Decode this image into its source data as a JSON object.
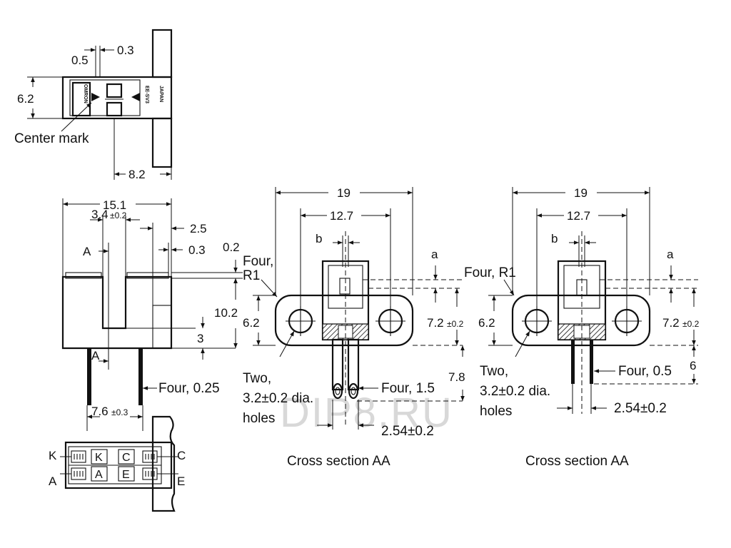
{
  "watermark": "DIP8.RU",
  "colors": {
    "line": "#111111",
    "background": "#ffffff",
    "watermark": "#d8d8d8"
  },
  "top_view": {
    "dim_05": "0.5",
    "dim_03": "0.3",
    "dim_62": "6.2",
    "dim_82": "8.2",
    "center_mark": "Center mark",
    "brand_text": "OMRON",
    "model_text": "EE-SV3",
    "origin_text": "JAPAN"
  },
  "front_view": {
    "dim_151": "15.1",
    "dim_34": "3.4",
    "dim_34_tol": "±0.2",
    "dim_25": "2.5",
    "dim_03": "0.3",
    "dim_02": "0.2",
    "dim_102": "10.2",
    "dim_3": "3",
    "section_a_top": "A",
    "section_a_bottom": "A",
    "four_025": "Four, 0.25",
    "dim_76": "7.6",
    "dim_76_tol": "±0.3"
  },
  "bottom_view": {
    "pin_k": "K",
    "pin_a": "A",
    "pin_c": "C",
    "pin_e": "E",
    "inner_k": "K",
    "inner_a": "A",
    "inner_c": "C",
    "inner_e": "E"
  },
  "section_1": {
    "dim_19": "19",
    "dim_127": "12.7",
    "dim_b": "b",
    "dim_a": "a",
    "four_r1_line1": "Four,",
    "four_r1_line2": "R1",
    "dim_62": "6.2",
    "dim_72": "7.2",
    "dim_72_tol": "±0.2",
    "dim_78": "7.8",
    "two_line1": "Two,",
    "two_line2": "3.2±0.2 dia.",
    "two_line3": "holes",
    "four_15": "Four, 1.5",
    "dim_254": "2.54±0.2",
    "caption": "Cross section AA"
  },
  "section_2": {
    "dim_19": "19",
    "dim_127": "12.7",
    "dim_b": "b",
    "dim_a": "a",
    "four_r1": "Four, R1",
    "dim_62": "6.2",
    "dim_72": "7.2",
    "dim_72_tol": "±0.2",
    "dim_6": "6",
    "two_line1": "Two,",
    "two_line2": "3.2±0.2 dia.",
    "two_line3": "holes",
    "four_05": "Four, 0.5",
    "dim_254": "2.54±0.2",
    "caption": "Cross section AA"
  }
}
